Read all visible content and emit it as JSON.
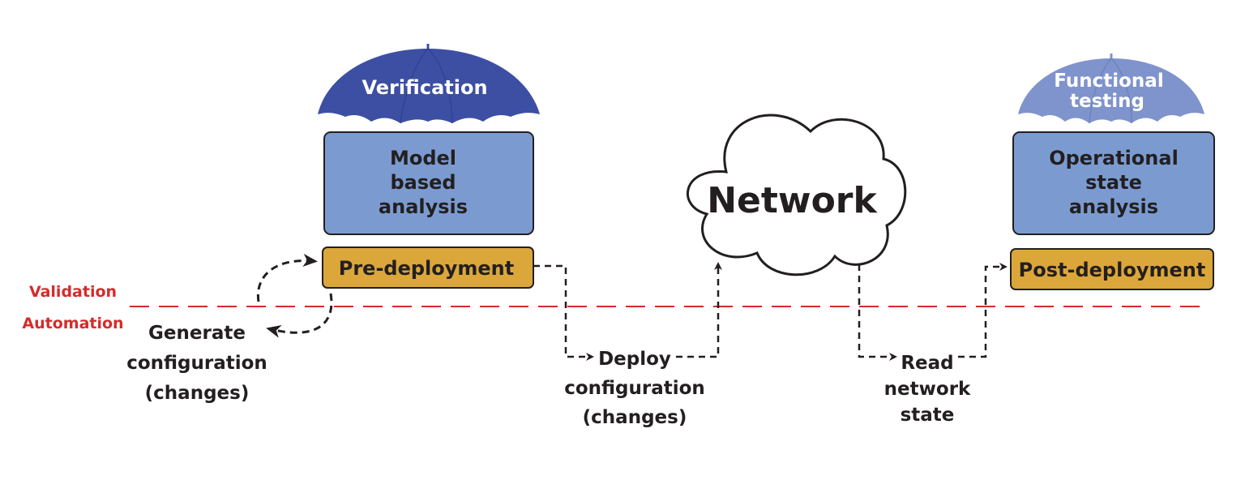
{
  "colors": {
    "analysis_box": "#7b9bd0",
    "stage_box": "#dba73a",
    "umbrella_verification": "#3c4fa3",
    "umbrella_functional": "#7f93cc",
    "divider": "#d52b2b",
    "text": "#231f20"
  },
  "umbrellas": {
    "verification": "Verification",
    "functional_line1": "Functional",
    "functional_line2": "testing"
  },
  "boxes": {
    "model_line1": "Model",
    "model_line2": "based",
    "model_line3": "analysis",
    "operational_line1": "Operational",
    "operational_line2": "state",
    "operational_line3": "analysis",
    "pre_deployment": "Pre-deployment",
    "post_deployment": "Post-deployment"
  },
  "network": "Network",
  "divider": {
    "upper": "Validation",
    "lower": "Automation"
  },
  "steps": {
    "generate_line1": "Generate",
    "generate_line2": "configuration",
    "generate_line3": "(changes)",
    "deploy_line1": "Deploy",
    "deploy_line2": "configuration",
    "deploy_line3": "(changes)",
    "read_line1": "Read",
    "read_line2": "network",
    "read_line3": "state"
  }
}
